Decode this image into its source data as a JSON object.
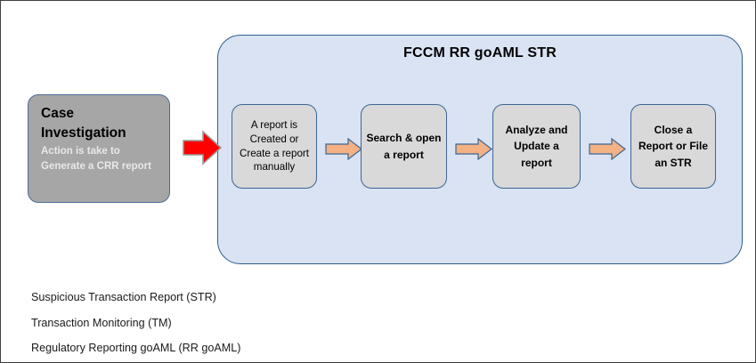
{
  "diagram": {
    "title": "FCCM RR goAML STR",
    "source_box": {
      "title_line_1": "Case",
      "title_line_2": "Investigation",
      "subtitle": "Action is take to Generate a CRR report",
      "fill_color": "#A6A6A6",
      "border_color": "#4A6C96"
    },
    "connector_primary": {
      "icon": "red-right-arrow-icon",
      "color": "#FF0000"
    },
    "container": {
      "fill_color": "#DAE3F3",
      "border_color": "#2E5E8E"
    },
    "steps": [
      {
        "id": "step-create-report",
        "text": "A report is Created or Create a report manually",
        "bold": false
      },
      {
        "id": "step-search-open",
        "text": "Search & open a report",
        "bold": true
      },
      {
        "id": "step-analyze-update",
        "text": "Analyze and Update a report",
        "bold": true
      },
      {
        "id": "step-close-file",
        "text": "Close a Report or File an STR",
        "bold": true
      }
    ],
    "step_connectors": [
      {
        "icon": "orange-right-arrow-icon",
        "color": "#F4B183"
      },
      {
        "icon": "orange-right-arrow-icon",
        "color": "#F4B183"
      },
      {
        "icon": "orange-right-arrow-icon",
        "color": "#F4B183"
      }
    ],
    "step_fill_color": "#D9D9D9",
    "step_border_color": "#3B6696"
  },
  "legend": {
    "items": [
      "Suspicious Transaction Report (STR)",
      "Transaction Monitoring (TM)",
      "Regulatory Reporting goAML (RR goAML)"
    ]
  }
}
